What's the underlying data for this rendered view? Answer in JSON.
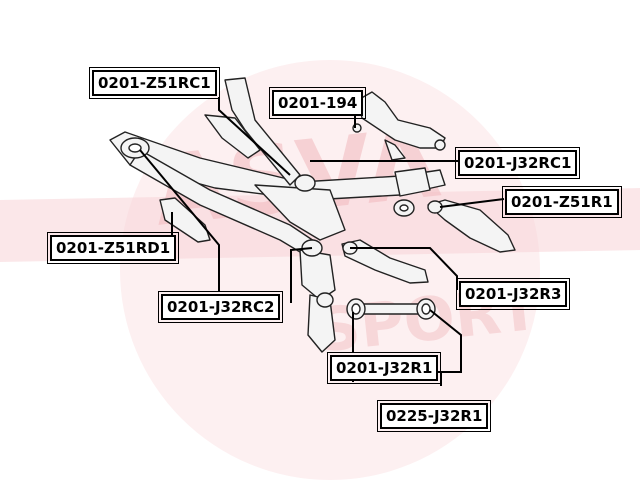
{
  "labels": {
    "z51rc1": "0201-Z51RC1",
    "p194": "0201-194",
    "j32rc1": "0201-J32RC1",
    "z51r1": "0201-Z51R1",
    "z51rd1": "0201-Z51RD1",
    "j32r3": "0201-J32R3",
    "j32rc2": "0201-J32RC2",
    "j32r1": "0201-J32R1",
    "p225": "0225-J32R1"
  },
  "watermark": {
    "brand": "ASVA",
    "sub": "SPORT"
  },
  "colors": {
    "watermark": "#f4c9cc",
    "watermark_light": "#fbe6e7",
    "line": "#000000",
    "part_stroke": "#222222",
    "part_fill": "#f2f2f2"
  }
}
